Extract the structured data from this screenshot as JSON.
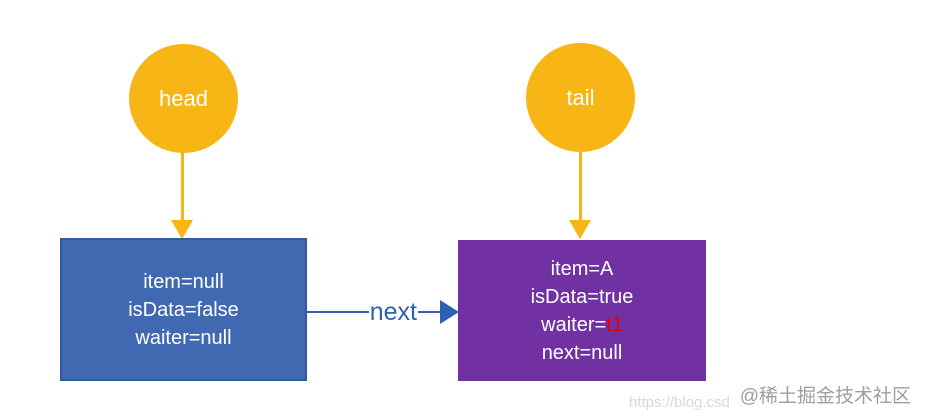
{
  "head_pointer": {
    "label": "head"
  },
  "tail_pointer": {
    "label": "tail"
  },
  "head_node": {
    "fields": [
      "item=null",
      "isData=false",
      "waiter=null"
    ]
  },
  "tail_node": {
    "field_item": "item=A",
    "field_isdata": "isData=true",
    "field_waiter_label": "waiter=",
    "field_waiter_value": "t1",
    "field_next": "next=null"
  },
  "next_arrow": {
    "label": "next"
  },
  "watermark": {
    "url_text": "https://blog.csd",
    "community_text": "@稀土掘金技术社区"
  },
  "colors": {
    "pointer_gold": "#f7b616",
    "node_blue_fill": "#4169b1",
    "node_blue_border": "#345a9e",
    "node_purple_fill": "#7231a3",
    "arrow_blue": "#2e62b1",
    "waiter_red": "#e00000",
    "node_text": "#ffffff",
    "watermark_gray": "#9e9e9e",
    "watermark_faint": "#d9d9d9"
  }
}
